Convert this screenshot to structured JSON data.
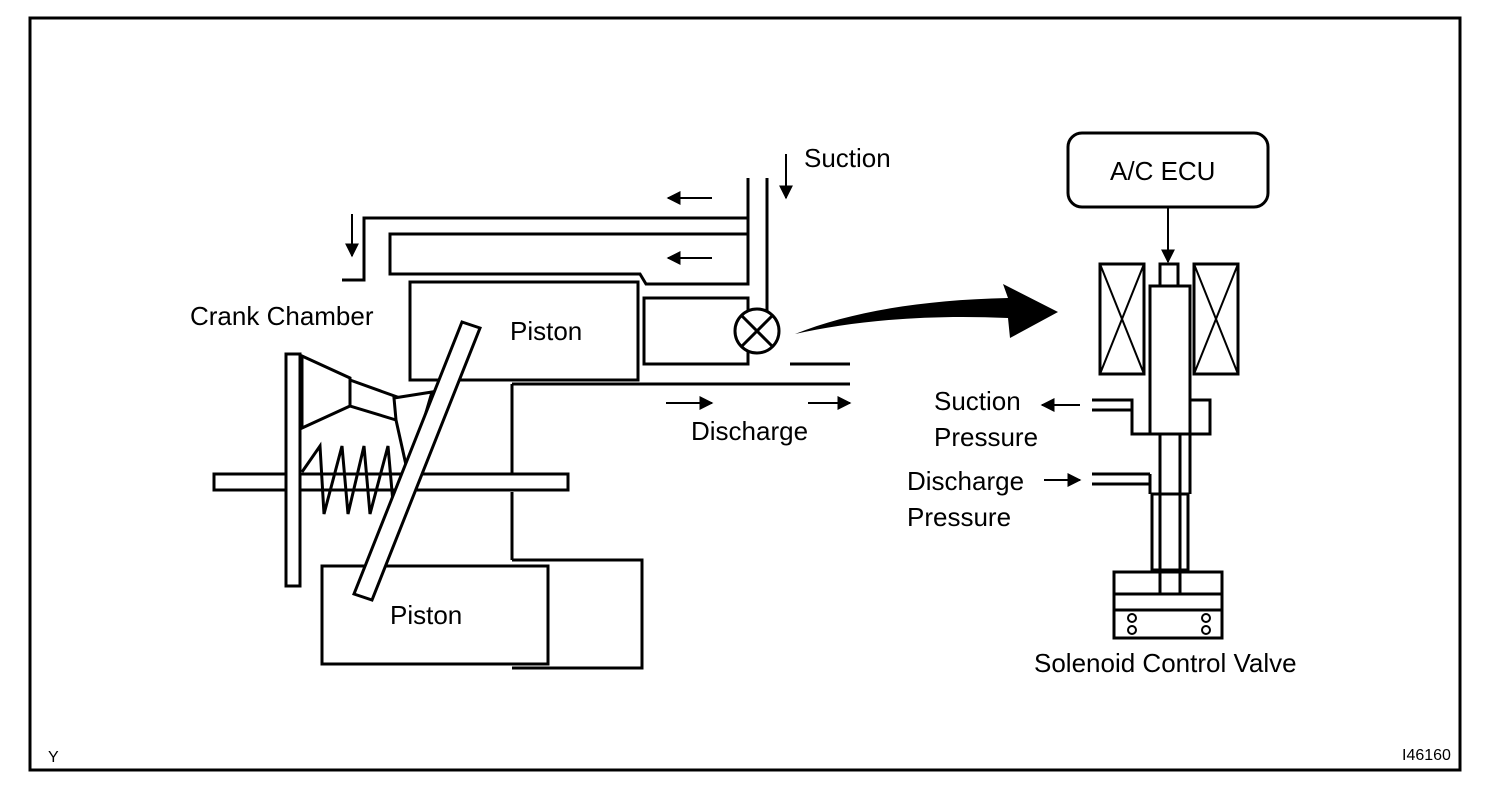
{
  "labels": {
    "suction": "Suction",
    "crank_chamber": "Crank Chamber",
    "piston_top": "Piston",
    "piston_bottom": "Piston",
    "discharge": "Discharge",
    "ac_ecu": "A/C ECU",
    "suction_pressure_1": "Suction",
    "suction_pressure_2": "Pressure",
    "discharge_pressure_1": "Discharge",
    "discharge_pressure_2": "Pressure",
    "solenoid_control_valve": "Solenoid Control Valve"
  },
  "footer": {
    "corner_left": "Y",
    "figure_id": "I46160"
  }
}
